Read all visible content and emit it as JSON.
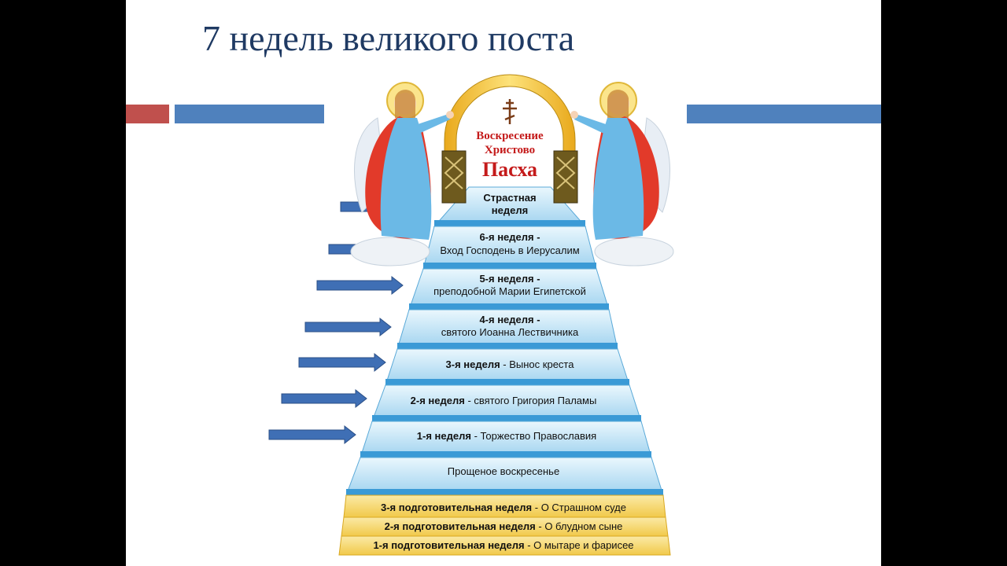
{
  "title": "7 недель великого поста",
  "colors": {
    "background": "#000000",
    "slide": "#ffffff",
    "title": "#1f3a63",
    "accent_red": "#c0504d",
    "accent_blue": "#4f81bd",
    "arrow": "#3f6fb5",
    "step_blue": "#bfe4f7",
    "step_gold": "#f7d778",
    "arch_gold": "#f2c230",
    "arch_text": "#c41a1a"
  },
  "arch": {
    "line1": "Воскресение",
    "line2": "Христово",
    "line3": "Пасха",
    "cross_icon": "orthodox-cross-icon"
  },
  "angels": {
    "left_icon": "angel-icon",
    "right_icon": "angel-icon"
  },
  "steps": [
    {
      "bold": "Страстная",
      "rest": "",
      "line2": "неделя"
    },
    {
      "bold": "6-я неделя",
      "rest": " -",
      "line2": "Вход Господень в Иерусалим"
    },
    {
      "bold": "5-я неделя",
      "rest": " -",
      "line2": "преподобной Марии Египетской"
    },
    {
      "bold": "4-я неделя",
      "rest": " -",
      "line2": "святого Иоанна Лествичника"
    },
    {
      "bold": "3-я неделя",
      "rest": " - Вынос креста",
      "line2": ""
    },
    {
      "bold": "2-я неделя",
      "rest": " - святого Григория Паламы",
      "line2": ""
    },
    {
      "bold": "1-я неделя",
      "rest": " - Торжество Православия",
      "line2": ""
    },
    {
      "bold": "",
      "rest": "Прощеное воскресенье",
      "line2": ""
    },
    {
      "bold": "3-я подготовительная неделя",
      "rest": " - О Страшном суде",
      "line2": ""
    },
    {
      "bold": "2-я подготовительная неделя",
      "rest": " - О блудном сыне",
      "line2": ""
    },
    {
      "bold": "1-я подготовительная неделя",
      "rest": " - О мытаре и фарисее",
      "line2": ""
    }
  ]
}
